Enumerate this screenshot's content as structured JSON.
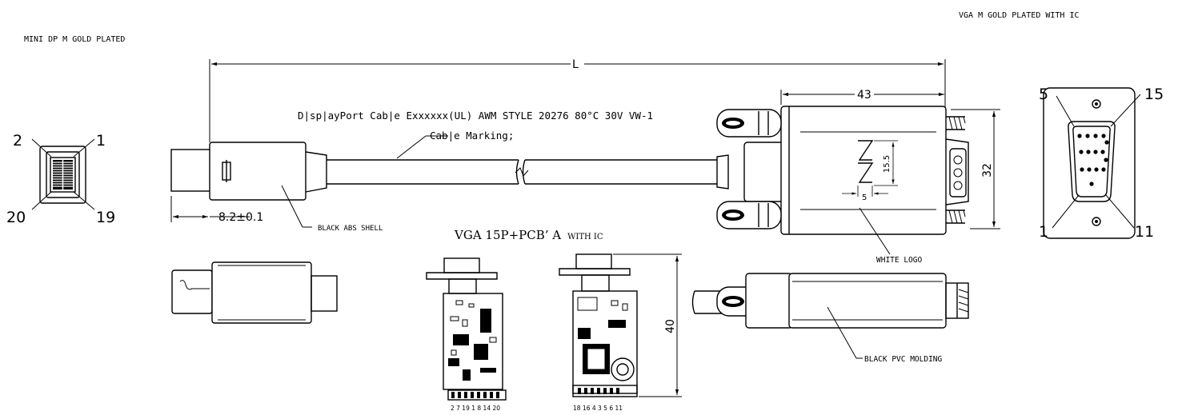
{
  "labels": {
    "mini_dp_title": "MINI DP M GOLD PLATED",
    "vga_title": "VGA M GOLD PLATED WITH IC",
    "length_dim": "L",
    "cable_print": "D|sp|ayPort Cab|e Exxxxxx(UL) AWM STYLE 20276 80°C 30V VW-1",
    "cable_marking": "Cab|e Marking;",
    "plug_dim": "8.2±0.1",
    "black_abs_shell": "BLACK ABS SHELL",
    "pcb_title": "VGA   15P+PCB’ A",
    "pcb_title_suffix": "WITH IC",
    "dim_43": "43",
    "dim_32": "32",
    "dim_15_5": "15.5",
    "dim_5": "5",
    "dim_40": "40",
    "white_logo": "WHITE LOGO",
    "black_pvc_molding": "BLACK PVC MOLDING"
  },
  "pins": {
    "mini_dp": {
      "top_left": "2",
      "top_right": "1",
      "bottom_left": "20",
      "bottom_right": "19"
    },
    "vga": {
      "top_left": "5",
      "top_right": "15",
      "bottom_left": "1",
      "bottom_right": "11"
    }
  },
  "pcb_pin_numbers": {
    "left_board": "2 7 19 1 8 14 20",
    "right_board": "18 16 4 3 5 6 11"
  },
  "colors": {
    "ink": "#000000",
    "paper": "#ffffff"
  }
}
